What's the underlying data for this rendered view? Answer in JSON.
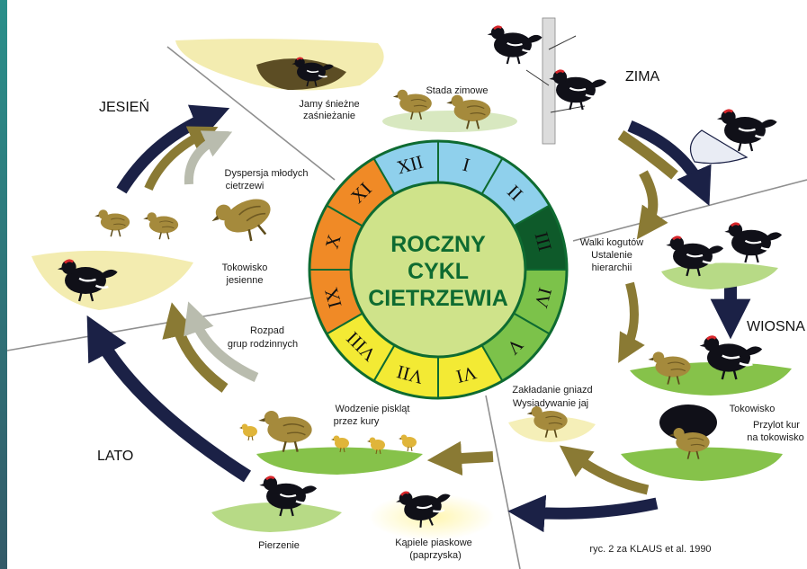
{
  "title_lines": [
    "ROCZNY",
    "CYKL",
    "CIETRZEWIA"
  ],
  "seasons": [
    "ZIMA",
    "WIOSNA",
    "LATO",
    "JESIEŃ"
  ],
  "months": [
    {
      "numeral": "I",
      "color": "#8fd0ec"
    },
    {
      "numeral": "II",
      "color": "#8fd0ec"
    },
    {
      "numeral": "III",
      "color": "#0e5a2a"
    },
    {
      "numeral": "IV",
      "color": "#7cc24a"
    },
    {
      "numeral": "V",
      "color": "#7cc24a"
    },
    {
      "numeral": "VI",
      "color": "#f3ea34"
    },
    {
      "numeral": "VII",
      "color": "#f3ea34"
    },
    {
      "numeral": "VIII",
      "color": "#f3ea34"
    },
    {
      "numeral": "IX",
      "color": "#f08a26"
    },
    {
      "numeral": "X",
      "color": "#f08a26"
    },
    {
      "numeral": "XI",
      "color": "#f08a26"
    },
    {
      "numeral": "XII",
      "color": "#8fd0ec"
    }
  ],
  "captions": {
    "stada": "Stada zimowe",
    "jamy_1": "Jamy śnieżne",
    "jamy_2": "zaśnieżanie",
    "walki_1": "Walki kogutów",
    "walki_2": "Ustalenie",
    "walki_3": "hierarchii",
    "tokowisko": "Tokowisko",
    "przylot_1": "Przylot kur",
    "przylot_2": "na tokowisko",
    "gniazda_1": "Zakładanie gniazd",
    "gniazda_2": "Wysiadywanie jaj",
    "wodzenie_1": "Wodzenie piskląt",
    "wodzenie_2": "przez kury",
    "kapiele_1": "Kąpiele piaskowe",
    "kapiele_2": "(paprzyska)",
    "pierzenie": "Pierzenie",
    "rozpad_1": "Rozpad",
    "rozpad_2": "grup rodzinnych",
    "tok_jes_1": "Tokowisko",
    "tok_jes_2": "jesienne",
    "dysp_1": "Dyspersja młodych",
    "dysp_2": "cietrzewi"
  },
  "credit": "ryc. 2 za KLAUS et al. 1990",
  "colors": {
    "ring_outline": "#0e6b31",
    "center_fill": "#cfe38a",
    "arrow_dark": "#1b2146",
    "arrow_olive": "#8a7a34",
    "arrow_gray": "#b9bcae",
    "grass": "#5fae2c",
    "hen": "#a58a3c",
    "cock": "#101018"
  }
}
